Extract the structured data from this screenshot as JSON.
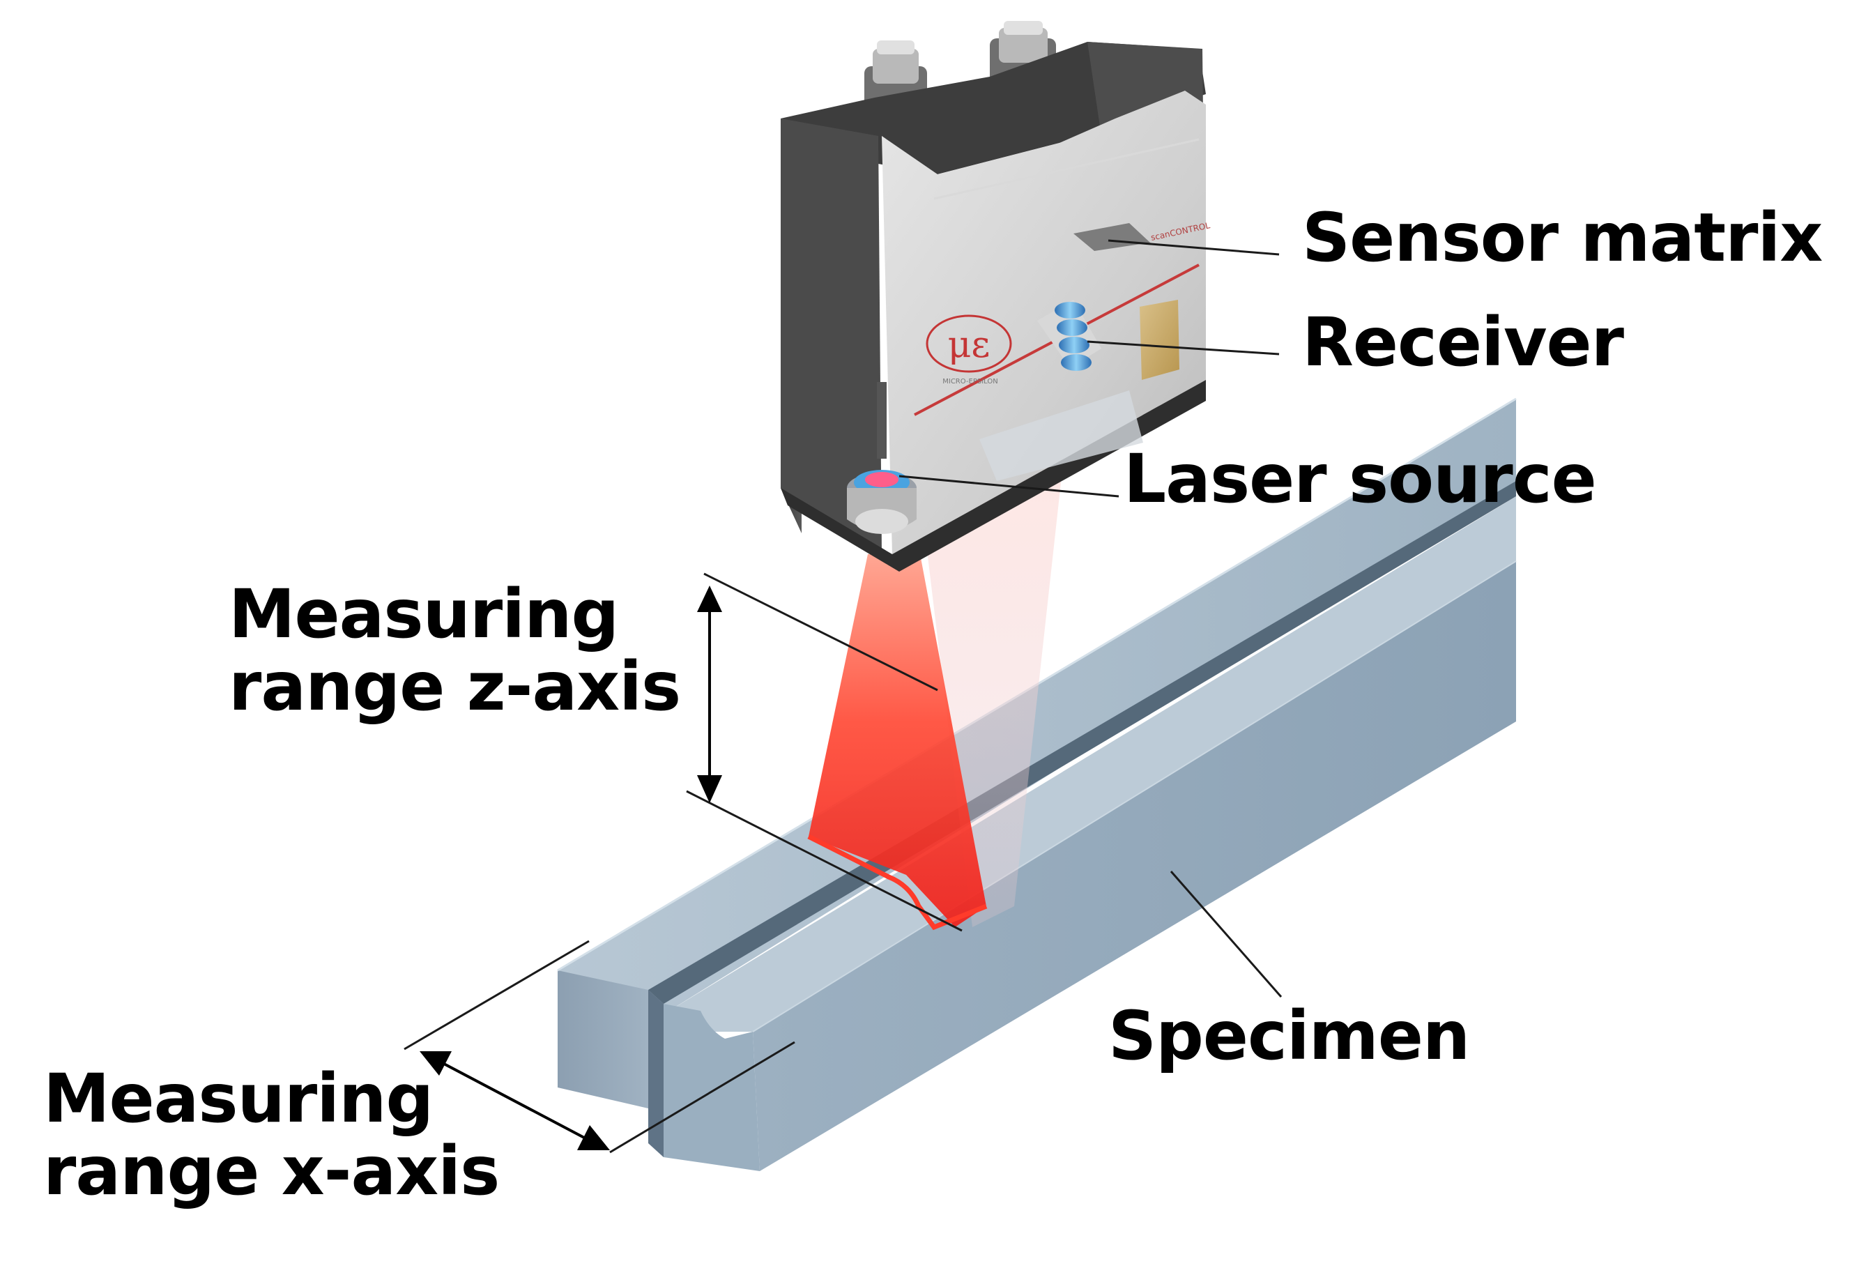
{
  "labels": {
    "sensor_matrix": "Sensor matrix",
    "receiver": "Receiver",
    "laser_source": "Laser source",
    "z_range": "Measuring\nrange z-axis",
    "x_range": "Measuring\nrange x-axis",
    "specimen": "Specimen"
  },
  "sensor_logo": {
    "mark": "με",
    "brand_text": "MICRO-EPSILON",
    "model_text": "scanCONTROL"
  },
  "colors": {
    "laser": "#ff2a1f",
    "specimen_top": "#a9bccc",
    "specimen_front": "#93a8ba",
    "housing_dark": "#4a4a4a",
    "housing_light": "#c9c9c9",
    "leader_line": "#1a1a1a"
  }
}
